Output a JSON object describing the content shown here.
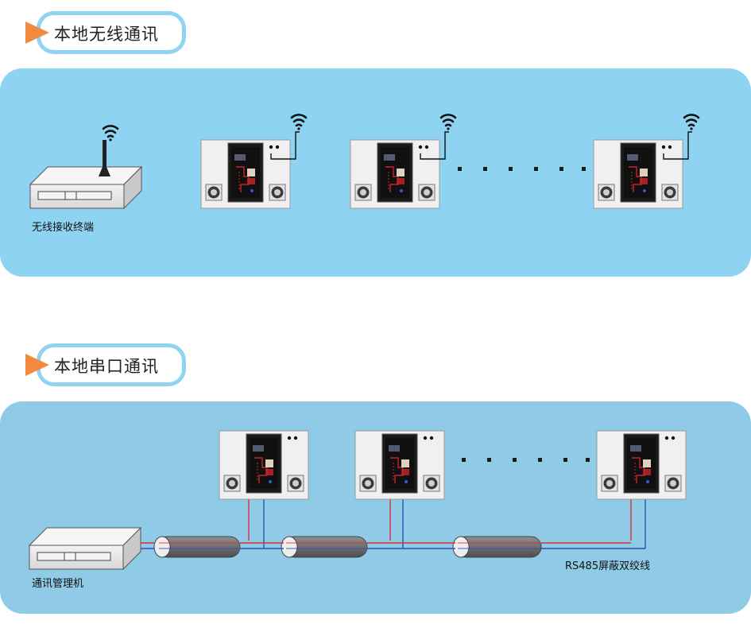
{
  "sections": [
    {
      "title": "本地无线通讯",
      "receiver_label": "无线接收终端"
    },
    {
      "title": "本地串口通讯",
      "manager_label": "通讯管理机",
      "cable_label": "RS485屏蔽双绞线"
    }
  ],
  "colors": {
    "title_border": "#8fd3f3",
    "title_arrow": "#f18a3f",
    "panel_wireless": "#8fd3f3",
    "panel_serial": "#8fcbe7",
    "wire_red": "#d9303a",
    "wire_blue": "#2f4fb3"
  },
  "icons": [
    "wifi-signal-icon",
    "antenna-icon",
    "ellipsis-dots"
  ]
}
